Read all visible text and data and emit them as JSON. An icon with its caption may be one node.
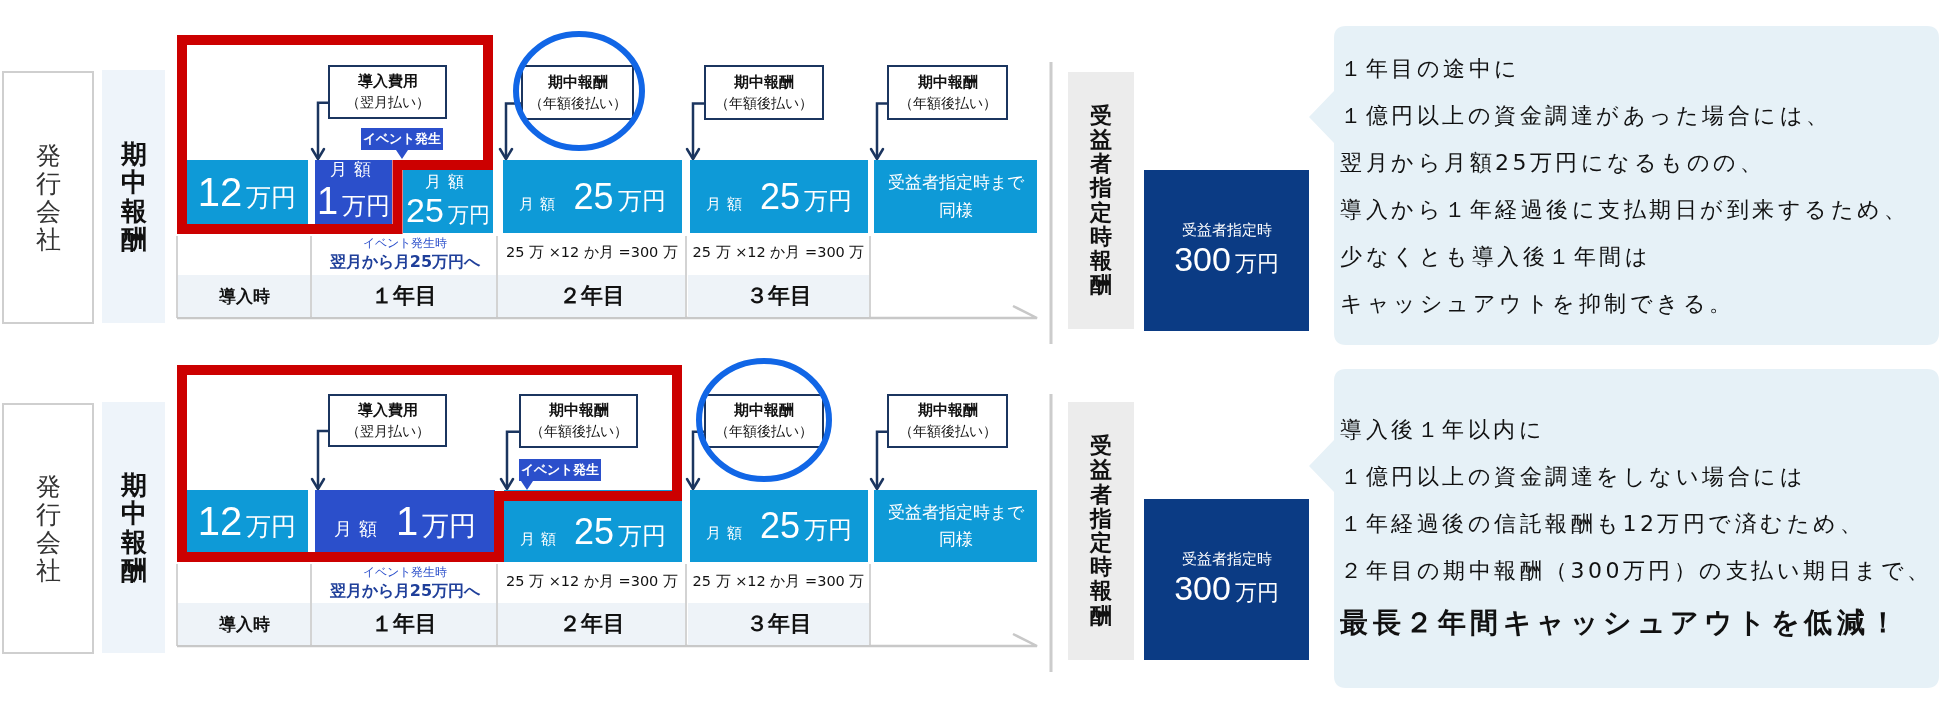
{
  "diagram": {
    "nodes": [
      {
        "text": [
          "発行会社"
        ]
      },
      {
        "text": [
          "期中報酬"
        ]
      },
      {
        "text": [
          "導入費用",
          "（翌月払い）"
        ]
      },
      {
        "text": [
          "期中報酬",
          "（年額後払い）"
        ]
      },
      {
        "text": [
          "期中報酬",
          "（年額後払い）"
        ]
      },
      {
        "text": [
          "期中報酬",
          "（年額後払い）"
        ]
      },
      {
        "text": [
          "イベント発生"
        ]
      },
      {
        "text": [
          "12万円"
        ]
      },
      {
        "text": [
          "月額",
          "1万円"
        ]
      },
      {
        "text": [
          "月額",
          "25万円"
        ]
      },
      {
        "text": [
          "月額",
          "25万円"
        ]
      },
      {
        "text": [
          "月額",
          "25万円"
        ]
      },
      {
        "text": [
          "受益者指定時まで同様"
        ]
      },
      {
        "text": [
          "受益者指定時報酬"
        ]
      },
      {
        "text": [
          "受益者指定時",
          "300万円"
        ]
      },
      {
        "text": [
          "１年目の途中に",
          "１億円以上の資金調達があった場合には、",
          "翌月から月額25万円になるものの、",
          "導入から１年経過後に支払期日が到来するため、",
          "少なくとも導入後１年間は",
          "キャッシュアウトを抑制できる。"
        ]
      },
      {
        "text": [
          "発行会社"
        ]
      },
      {
        "text": [
          "期中報酬"
        ]
      },
      {
        "text": [
          "導入費用",
          "（翌月払い）"
        ]
      },
      {
        "text": [
          "期中報酬",
          "（年額後払い）"
        ]
      },
      {
        "text": [
          "期中報酬",
          "（年額後払い）"
        ]
      },
      {
        "text": [
          "期中報酬",
          "（年額後払い）"
        ]
      },
      {
        "text": [
          "イベント発生"
        ]
      },
      {
        "text": [
          "12万円"
        ]
      },
      {
        "text": [
          "月額",
          "1万円"
        ]
      },
      {
        "text": [
          "月額",
          "25万円"
        ]
      },
      {
        "text": [
          "月額",
          "25万円"
        ]
      },
      {
        "text": [
          "受益者指定時まで同様"
        ]
      },
      {
        "text": [
          "受益者指定時報酬"
        ]
      },
      {
        "text": [
          "受益者指定時",
          "300万円"
        ]
      },
      {
        "text": [
          "導入後１年以内に",
          "１億円以上の資金調達をしない場合には",
          "１年経過後の信託報酬も12万円で済むため、",
          "２年目の期中報酬（300万円）の支払い期日まで、",
          "最長２年間キャッシュアウトを低減！"
        ]
      }
    ],
    "edges": [
      {
        "from": 2,
        "to": 8,
        "arrow": "to"
      },
      {
        "from": 3,
        "to": 10,
        "arrow": "to"
      },
      {
        "from": 4,
        "to": 11,
        "arrow": "to"
      },
      {
        "from": 5,
        "to": 12,
        "arrow": "to"
      },
      {
        "from": 18,
        "to": 24,
        "arrow": "to"
      },
      {
        "from": 19,
        "to": 25,
        "arrow": "to"
      },
      {
        "from": 20,
        "to": 26,
        "arrow": "to"
      },
      {
        "from": 21,
        "to": 27,
        "arrow": "to"
      }
    ],
    "labels": [
      "イベント発生時",
      "翌月から月25万円へ",
      "25 万 ×12 か月 =300 万",
      "25 万 ×12 か月 =300 万",
      "導入時",
      "１年目",
      "２年目",
      "３年目",
      "イベント発生時",
      "翌月から月25万円へ",
      "25 万 ×12 か月 =300 万",
      "25 万 ×12 か月 =300 万",
      "導入時",
      "１年目",
      "２年目",
      "３年目"
    ]
  }
}
